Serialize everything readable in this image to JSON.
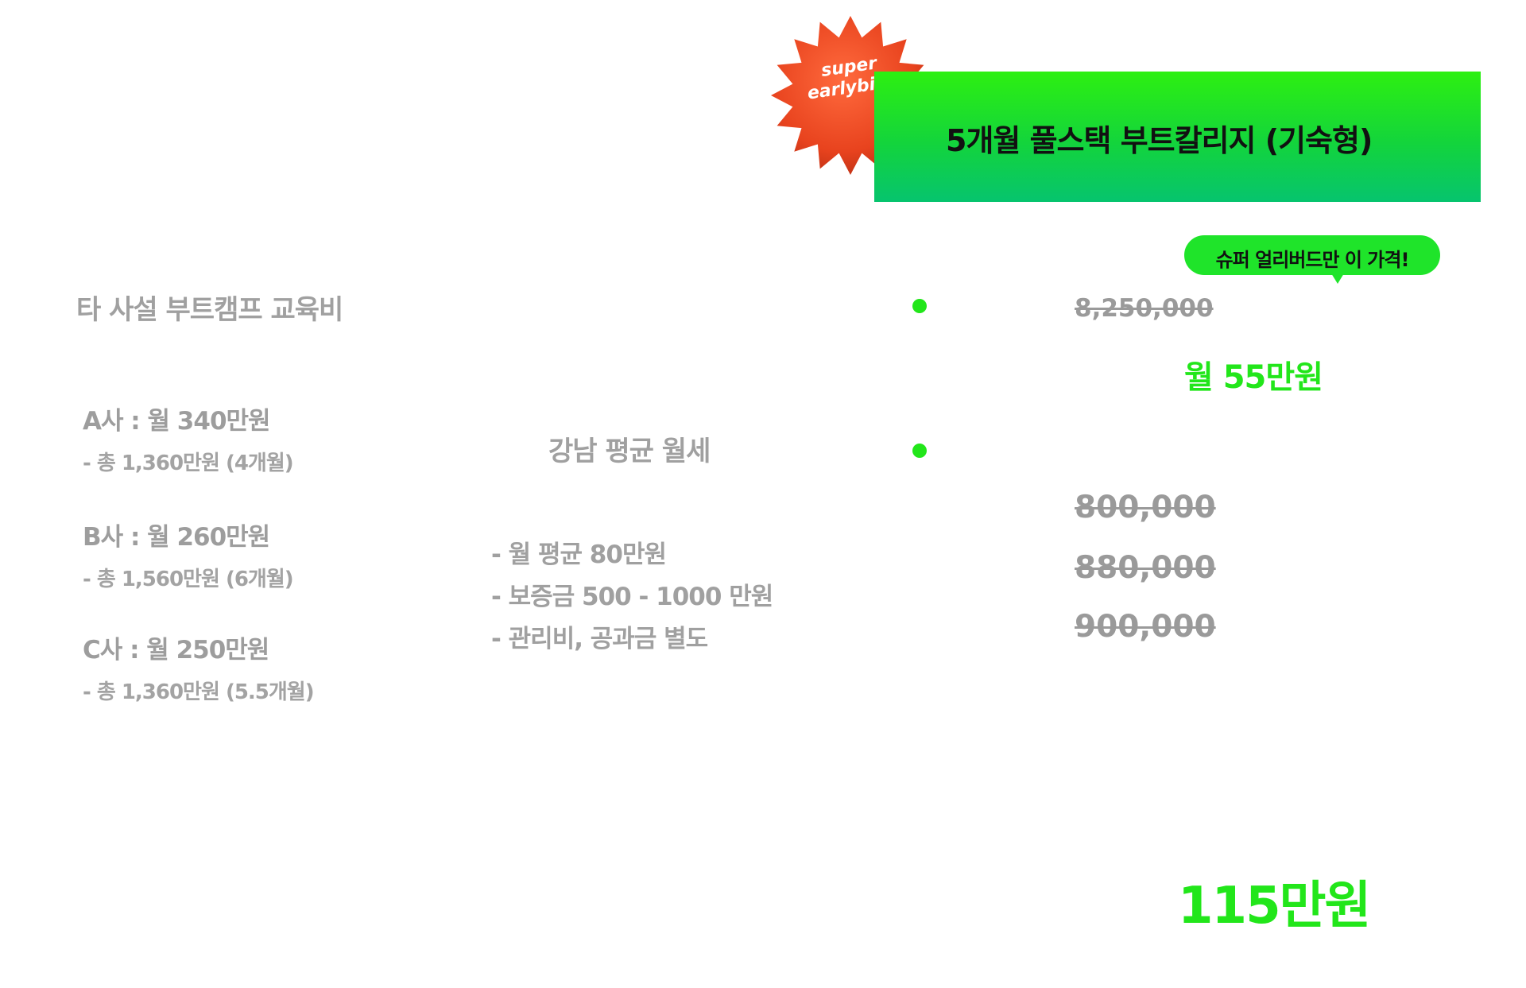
{
  "badge": {
    "line1": "super",
    "line2": "earlybird"
  },
  "header": {
    "title": "5개월 풀스택 부트칼리지 (기숙형)"
  },
  "left": {
    "title": "타 사설 부트캠프 교육비",
    "companies": [
      {
        "name": "A사 : 월 340만원",
        "total": "-   총 1,360만원 (4개월)"
      },
      {
        "name": "B사 : 월 260만원",
        "total": "-   총 1,560만원 (6개월)"
      },
      {
        "name": "C사 : 월 250만원",
        "total": "-   총 1,360만원 (5.5개월)"
      }
    ]
  },
  "middle": {
    "title": "강남 평균 월세",
    "items": [
      "-   월 평균 80만원",
      "-   보증금 500 - 1000 만원",
      "-   관리비, 공과금 별도"
    ]
  },
  "right": {
    "bubble": "슈퍼 얼리버드만 이 가격!",
    "original_price": "8,250,000",
    "monthly_price": "월 55만원",
    "rent_prices": [
      "800,000",
      "880,000",
      "900,000"
    ],
    "total_price": "115만원"
  },
  "colors": {
    "accent_green": "#22e61a",
    "badge_red": "#e8431e",
    "text_gray": "#9a9a9a"
  }
}
